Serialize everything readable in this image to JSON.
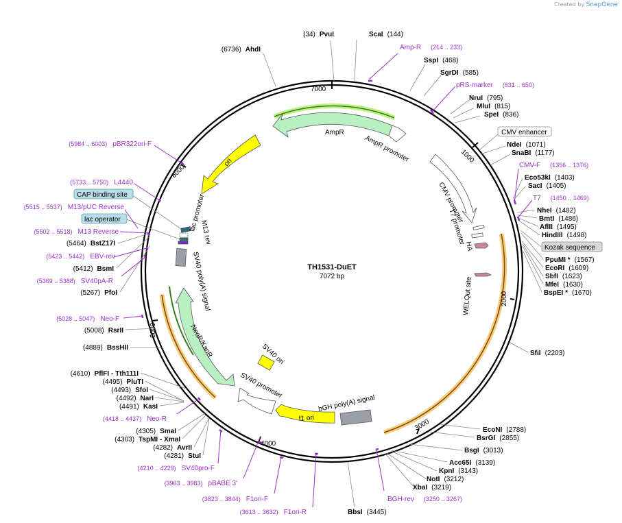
{
  "brand": {
    "created_by": "Created by",
    "name": "SnapGene"
  },
  "plasmid": {
    "name": "TH1531-DuET",
    "size": 7072,
    "size_label": "7072 bp"
  },
  "ticks": [
    "7000",
    "1000",
    "2000",
    "3000",
    "4000",
    "5000",
    "6000"
  ],
  "colors": {
    "enzyme": "#000000",
    "primer": "#9b30c8",
    "feature_fill": "#b9f0c2",
    "ori": "#ffff00",
    "polyA": "#9aa0a6",
    "highlight": "#f5b041",
    "label_box": "#b8dfe8"
  },
  "enzymes_left": [
    {
      "pos": "(34)",
      "name": "PvuI"
    },
    {
      "pos": "(6736)",
      "name": "AhdI"
    },
    {
      "pos": "(5464)",
      "name": "BstZ17I"
    },
    {
      "pos": "(5412)",
      "name": "BsmI"
    },
    {
      "pos": "(5267)",
      "name": "PfoI"
    },
    {
      "pos": "(5008)",
      "name": "RsrII"
    },
    {
      "pos": "(4889)",
      "name": "BssHII"
    },
    {
      "pos": "(4610)",
      "name": "PflFI - Tth111I"
    },
    {
      "pos": "(4495)",
      "name": "PluTI"
    },
    {
      "pos": "(4493)",
      "name": "SfoI"
    },
    {
      "pos": "(4492)",
      "name": "NarI"
    },
    {
      "pos": "(4491)",
      "name": "KasI"
    },
    {
      "pos": "(4305)",
      "name": "SmaI"
    },
    {
      "pos": "(4303)",
      "name": "TspMI - XmaI"
    },
    {
      "pos": "(4282)",
      "name": "AvrII"
    },
    {
      "pos": "(4281)",
      "name": "StuI"
    }
  ],
  "enzymes_right": [
    {
      "name": "ScaI",
      "pos": "(144)"
    },
    {
      "name": "SspI",
      "pos": "(468)"
    },
    {
      "name": "SgrDI",
      "pos": "(585)"
    },
    {
      "name": "NruI",
      "pos": "(795)"
    },
    {
      "name": "MluI",
      "pos": "(815)"
    },
    {
      "name": "SpeI",
      "pos": "(836)"
    },
    {
      "name": "NdeI",
      "pos": "(1071)"
    },
    {
      "name": "SnaBI",
      "pos": "(1177)"
    },
    {
      "name": "Eco53kI",
      "pos": "(1403)"
    },
    {
      "name": "SacI",
      "pos": "(1405)"
    },
    {
      "name": "NheI",
      "pos": "(1482)"
    },
    {
      "name": "BmtI",
      "pos": "(1486)"
    },
    {
      "name": "AflII",
      "pos": "(1495)"
    },
    {
      "name": "HindIII",
      "pos": "(1498)"
    },
    {
      "name": "PpuMI *",
      "pos": "(1567)"
    },
    {
      "name": "EcoRI",
      "pos": "(1609)"
    },
    {
      "name": "SbfI",
      "pos": "(1623)"
    },
    {
      "name": "MfeI",
      "pos": "(1630)"
    },
    {
      "name": "BspEI *",
      "pos": "(1670)"
    },
    {
      "name": "SfiI",
      "pos": "(2203)"
    },
    {
      "name": "EcoNI",
      "pos": "(2788)"
    },
    {
      "name": "BsrGI",
      "pos": "(2855)"
    },
    {
      "name": "BsgI",
      "pos": "(3013)"
    },
    {
      "name": "Acc65I",
      "pos": "(3139)"
    },
    {
      "name": "KpnI",
      "pos": "(3143)"
    },
    {
      "name": "NotI",
      "pos": "(3212)"
    },
    {
      "name": "XbaI",
      "pos": "(3219)"
    },
    {
      "name": "BbsI",
      "pos": "(3445)"
    }
  ],
  "primers": [
    {
      "name": "Amp-R",
      "pos": "(214 .. 233)"
    },
    {
      "name": "pRS-marker",
      "pos": "(631 .. 650)"
    },
    {
      "name": "CMV-F",
      "pos": "(1356 .. 1376)"
    },
    {
      "name": "T7",
      "pos": "(1450 .. 1469)"
    },
    {
      "name": "BGH-rev",
      "pos": "(3250 .. 3267)"
    },
    {
      "name": "F1ori-R",
      "pos": "(3613 .. 3632)"
    },
    {
      "name": "F1ori-F",
      "pos": "(3823 .. 3844)"
    },
    {
      "name": "pBABE 3'",
      "pos": "(3963 .. 3983)"
    },
    {
      "name": "SV40pro-F",
      "pos": "(4210 .. 4229)"
    },
    {
      "name": "Neo-R",
      "pos": "(4418 .. 4437)"
    },
    {
      "name": "Neo-F",
      "pos": "(5028 .. 5047)"
    },
    {
      "name": "SV40pA-R",
      "pos": "(5369 .. 5388)"
    },
    {
      "name": "EBV-rev",
      "pos": "(5423 .. 5442)"
    },
    {
      "name": "M13 Reverse",
      "pos": "(5502 .. 5518)"
    },
    {
      "name": "M13/pUC Reverse",
      "pos": "(5515 .. 5537)"
    },
    {
      "name": "L4440",
      "pos": "(5733 .. 5750)"
    },
    {
      "name": "pBR322ori-F",
      "pos": "(5984 .. 6003)"
    }
  ],
  "boxed_labels": {
    "cmv_enhancer": "CMV enhancer",
    "kozak": "Kozak sequence",
    "cap": "CAP binding site",
    "lac_operator": "lac operator"
  },
  "features": {
    "ampr": "AmpR",
    "ampr_promoter": "AmpR promoter",
    "cmv_promoter": "CMV promoter",
    "t7_promoter": "T7 promoter",
    "ha": "HA",
    "welqut": "WELQut site",
    "bgh": "bGH poly(A) signal",
    "f1": "f1 ori",
    "sv40_promoter": "SV40 promoter",
    "sv40_ori": "SV40 ori",
    "neor": "NeoR/KanR",
    "sv40_polya": "SV40 poly(A) signal",
    "m13_rev": "M13 rev",
    "lac_promoter": "lac promoter",
    "ori": "ori"
  }
}
